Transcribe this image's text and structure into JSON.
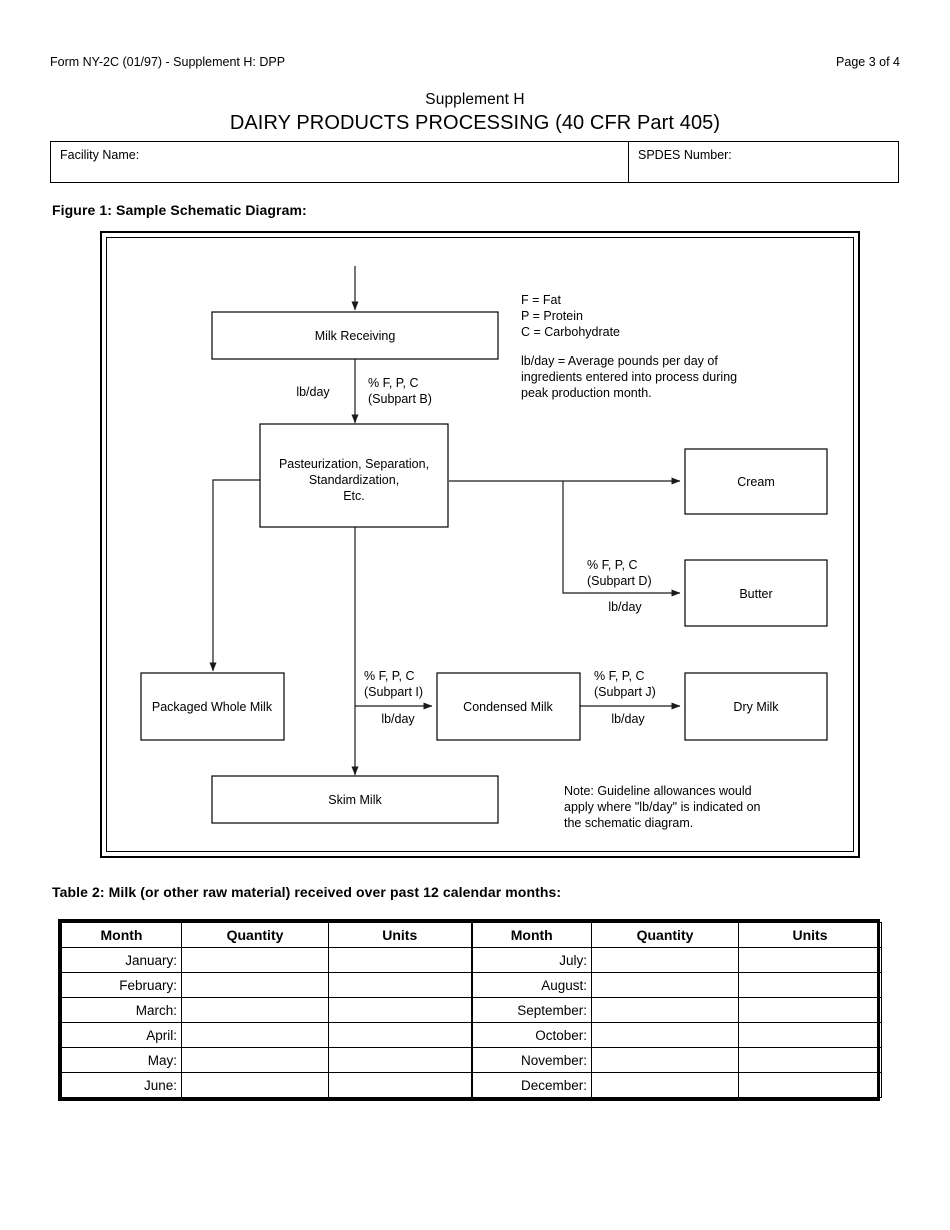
{
  "header": {
    "form_id": "Form NY-2C (01/97) - Supplement H: DPP",
    "page_number": "Page 3 of 4"
  },
  "title": {
    "supplement": "Supplement H",
    "main": "DAIRY PRODUCTS PROCESSING (40 CFR Part 405)"
  },
  "facility": {
    "name_label": "Facility Name:",
    "name_value": "",
    "spdes_label": "SPDES Number:",
    "spdes_value": ""
  },
  "figure": {
    "caption": "Figure 1: Sample Schematic Diagram:",
    "boxes": {
      "milk_receiving": "Milk Receiving",
      "pasteurization_line1": "Pasteurization, Separation,",
      "pasteurization_line2": "Standardization,",
      "pasteurization_line3": "Etc.",
      "cream": "Cream",
      "butter": "Butter",
      "packaged_whole_milk": "Packaged Whole Milk",
      "condensed_milk": "Condensed Milk",
      "dry_milk": "Dry Milk",
      "skim_milk": "Skim Milk"
    },
    "edge_labels": {
      "receiving_lbday": "lb/day",
      "receiving_pct_line1": "% F, P, C",
      "receiving_pct_line2": "(Subpart B)",
      "butter_pct_line1": "% F, P, C",
      "butter_pct_line2": "(Subpart D)",
      "butter_lbday": "lb/day",
      "condensed_pct_line1": "% F, P, C",
      "condensed_pct_line2": "(Subpart I)",
      "condensed_lbday": "lb/day",
      "dry_pct_line1": "% F, P, C",
      "dry_pct_line2": "(Subpart J)",
      "dry_lbday": "lb/day"
    },
    "legend": {
      "fat": "F = Fat",
      "protein": "P = Protein",
      "carbohydrate": "C = Carbohydrate",
      "lbday_line1": "lb/day = Average pounds per day of",
      "lbday_line2": "ingredients entered into process during",
      "lbday_line3": "peak production month."
    },
    "note": {
      "line1": "Note: Guideline allowances would",
      "line2": "apply where \"lb/day\" is indicated on",
      "line3": "the schematic diagram."
    }
  },
  "table2": {
    "caption": "Table 2: Milk (or other raw material) received over past 12 calendar months:",
    "columns": [
      "Month",
      "Quantity",
      "Units",
      "Month",
      "Quantity",
      "Units"
    ],
    "rows": [
      {
        "left_month": "January:",
        "left_quantity": "",
        "left_units": "",
        "right_month": "July:",
        "right_quantity": "",
        "right_units": ""
      },
      {
        "left_month": "February:",
        "left_quantity": "",
        "left_units": "",
        "right_month": "August:",
        "right_quantity": "",
        "right_units": ""
      },
      {
        "left_month": "March:",
        "left_quantity": "",
        "left_units": "",
        "right_month": "September:",
        "right_quantity": "",
        "right_units": ""
      },
      {
        "left_month": "April:",
        "left_quantity": "",
        "left_units": "",
        "right_month": "October:",
        "right_quantity": "",
        "right_units": ""
      },
      {
        "left_month": "May:",
        "left_quantity": "",
        "left_units": "",
        "right_month": "November:",
        "right_quantity": "",
        "right_units": ""
      },
      {
        "left_month": "June:",
        "left_quantity": "",
        "left_units": "",
        "right_month": "December:",
        "right_quantity": "",
        "right_units": ""
      }
    ]
  }
}
